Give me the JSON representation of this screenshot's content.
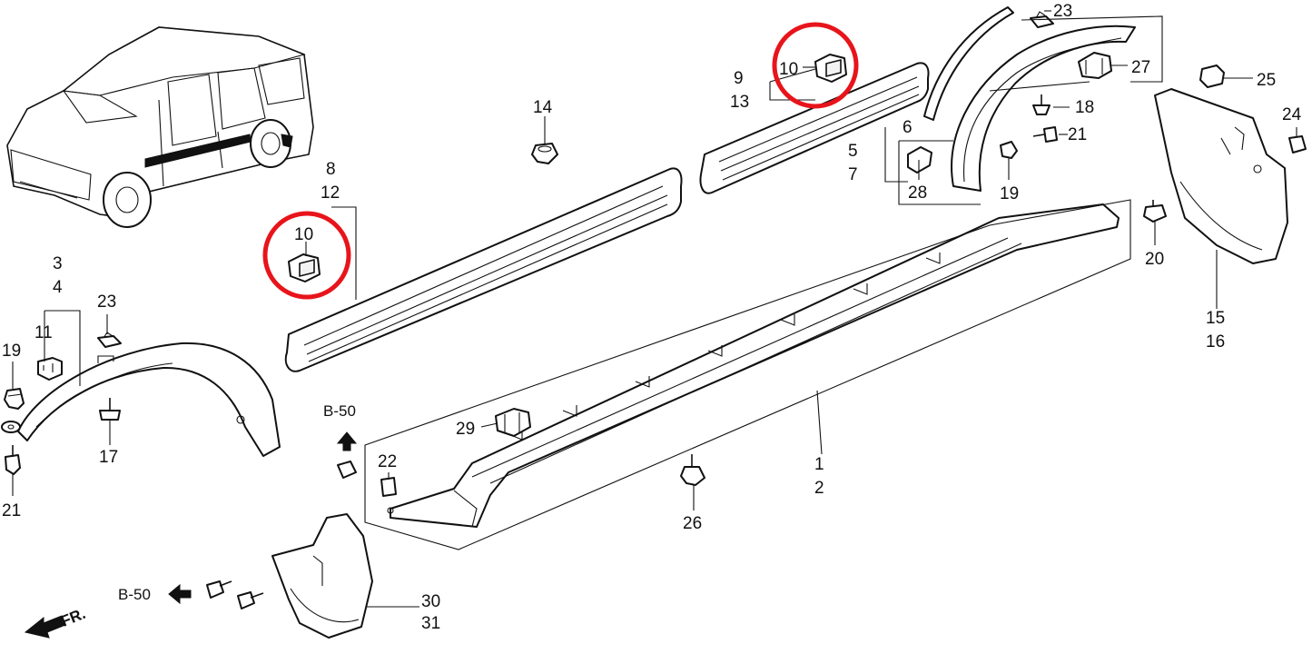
{
  "callouts": {
    "c1": "1",
    "c2": "2",
    "c3": "3",
    "c4": "4",
    "c5": "5",
    "c6": "6",
    "c7": "7",
    "c8": "8",
    "c9": "9",
    "c10a": "10",
    "c10b": "10",
    "c11": "11",
    "c12": "12",
    "c13": "13",
    "c14": "14",
    "c15": "15",
    "c16": "16",
    "c17": "17",
    "c18": "18",
    "c19a": "19",
    "c19b": "19",
    "c20": "20",
    "c21a": "21",
    "c21b": "21",
    "c22": "22",
    "c23a": "23",
    "c23b": "23",
    "c24": "24",
    "c25": "25",
    "c26": "26",
    "c27": "27",
    "c28": "28",
    "c29": "29",
    "c30": "30",
    "c31": "31"
  },
  "refs": {
    "b50_top": "B-50",
    "b50_bottom": "B-50"
  },
  "direction": {
    "front": "FR."
  },
  "highlight_color": "#e8141b"
}
